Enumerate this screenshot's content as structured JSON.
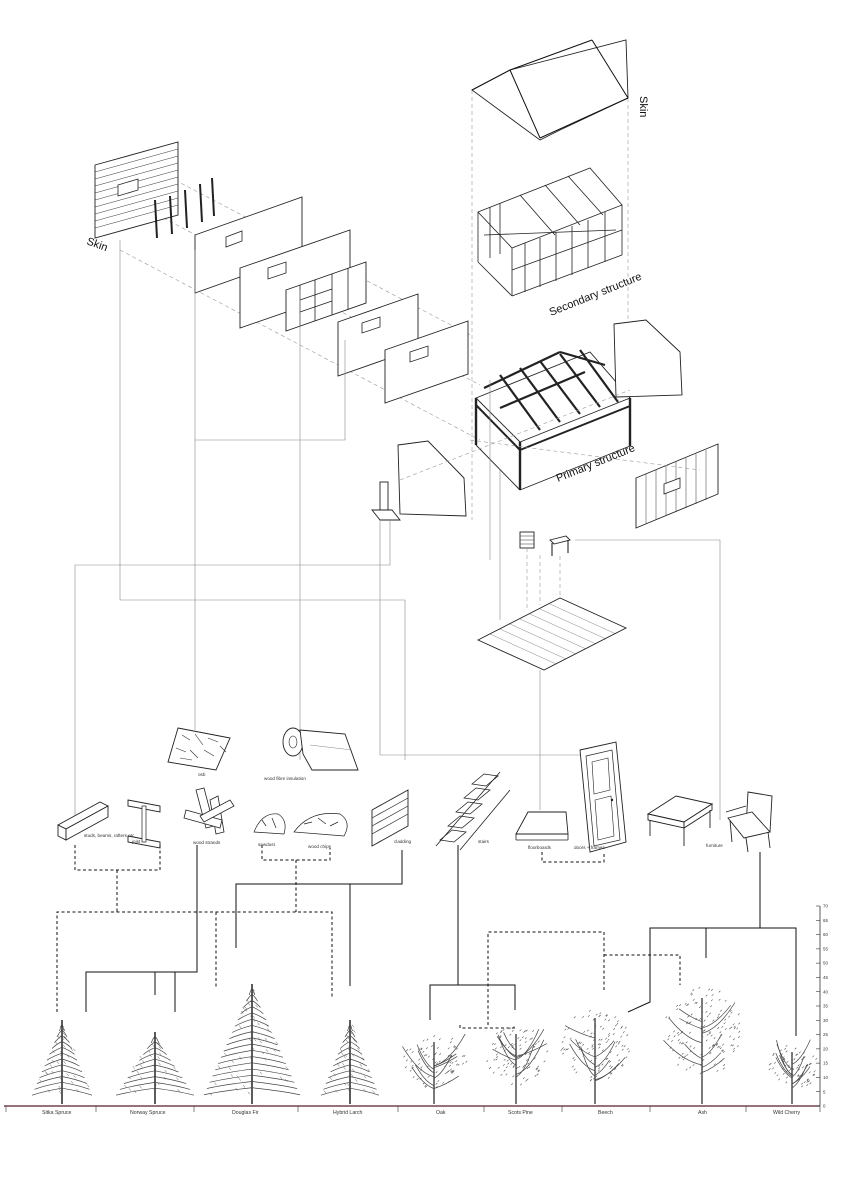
{
  "labels": {
    "skin_left": "Skin",
    "skin_right": "Skin",
    "secondary_structure": "Secondary structure",
    "primary_structure": "Primary structure"
  },
  "products": {
    "osb": "osb",
    "wood_fibre_insulation": "wood fibre insulation",
    "studs_beams_rafters": "studs, beams, rafters etc",
    "joist": "joist",
    "wood_strands": "wood strands",
    "sawdust": "sawdust",
    "wood_chips": "wood chips",
    "cladding": "cladding",
    "stairs": "stairs",
    "floorboards": "floorboards",
    "doors_frames": "doors + frames",
    "furniture": "furniture"
  },
  "trees": [
    {
      "name": "Sitka Spruce",
      "height": 0.42
    },
    {
      "name": "Norway Spruce",
      "height": 0.36
    },
    {
      "name": "Douglas Fir",
      "height": 0.6
    },
    {
      "name": "Hybrid Larch",
      "height": 0.42
    },
    {
      "name": "Oak",
      "height": 0.31
    },
    {
      "name": "Scots Pine",
      "height": 0.35
    },
    {
      "name": "Beech",
      "height": 0.43
    },
    {
      "name": "Ash",
      "height": 0.53
    },
    {
      "name": "Wild Cherry",
      "height": 0.26
    }
  ],
  "scale_axis": {
    "ticks": [
      "70",
      "65",
      "60",
      "55",
      "50",
      "45",
      "40",
      "35",
      "30",
      "25",
      "20",
      "15",
      "10",
      "5",
      "0"
    ]
  },
  "colors": {
    "line": "#888888",
    "ink": "#111111",
    "ground": "#5a1f2a"
  }
}
